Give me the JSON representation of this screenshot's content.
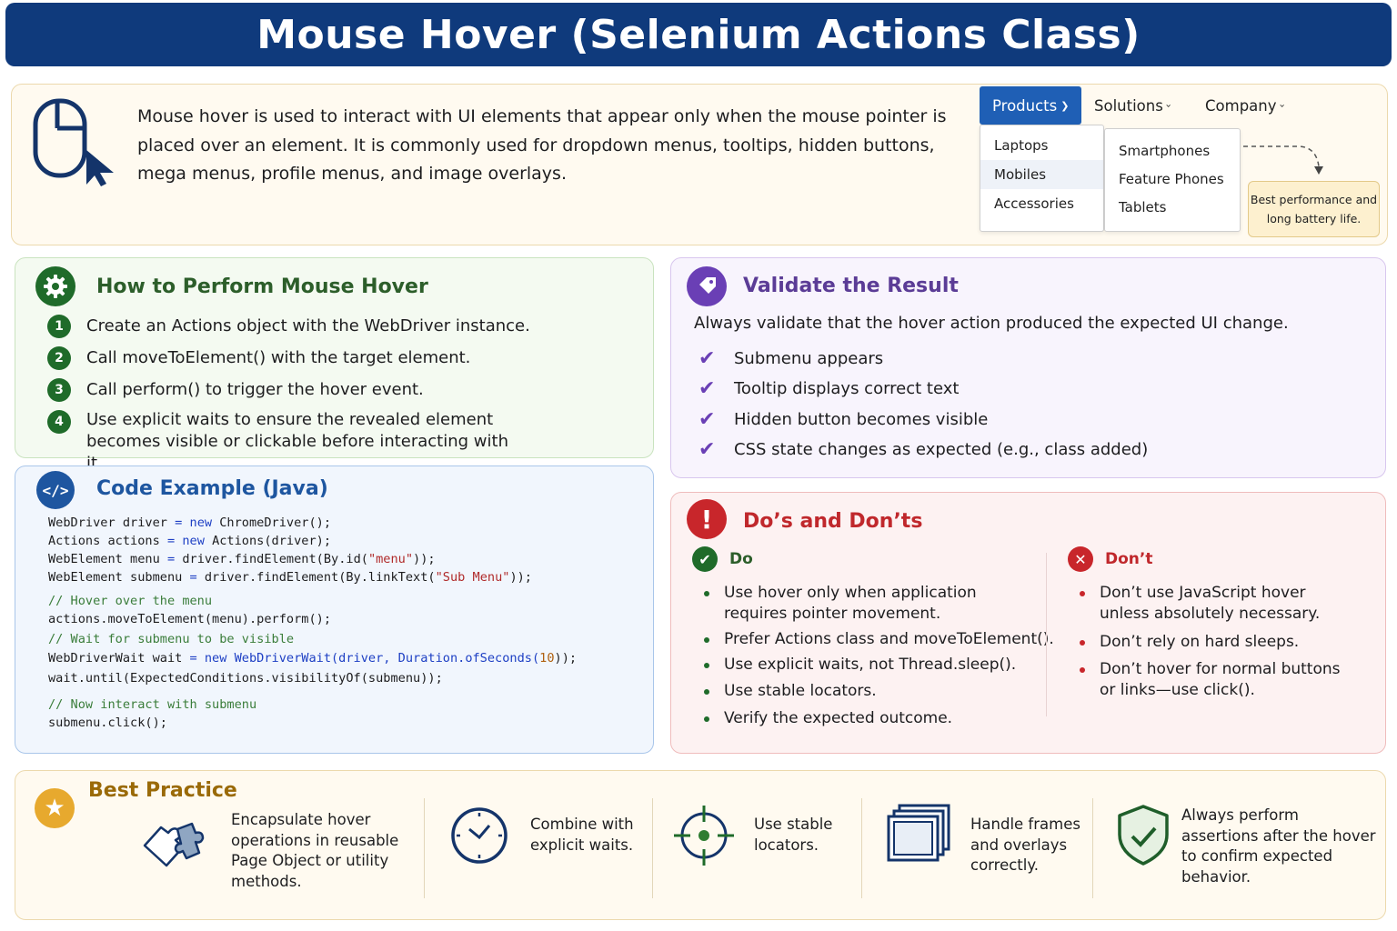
{
  "title": "Mouse Hover (Selenium Actions Class)",
  "intro": {
    "text": "Mouse hover is used to interact with UI elements that appear only when the mouse pointer is placed over an element. It is commonly used for dropdown menus, tooltips, hidden buttons, mega menus, profile menus, and image overlays.",
    "menu": {
      "top_items": [
        "Products",
        "Solutions",
        "Company"
      ],
      "products_items": [
        "Laptops",
        "Mobiles",
        "Accessories"
      ],
      "mobiles_items": [
        "Smartphones",
        "Feature Phones",
        "Tablets"
      ],
      "tooltip": "Best performance and long battery life."
    }
  },
  "howto": {
    "title": "How to Perform Mouse Hover",
    "steps": [
      {
        "num": "1",
        "text": "Create an Actions object with the WebDriver instance."
      },
      {
        "num": "2",
        "text": "Call moveToElement() with the target element."
      },
      {
        "num": "3",
        "text": "Call perform() to trigger the hover event."
      },
      {
        "num": "4",
        "text": "Use explicit waits to ensure the revealed element becomes visible or clickable before interacting with it."
      }
    ]
  },
  "validate": {
    "title": "Validate the Result",
    "intro": "Always validate that the hover action produced the expected UI change.",
    "items": [
      "Submenu appears",
      "Tooltip displays correct text",
      "Hidden button becomes visible",
      "CSS state changes as expected (e.g., class added)"
    ]
  },
  "code": {
    "title": "Code Example (Java)",
    "lines": {
      "l1a": "WebDriver driver ",
      "l1b": "= new ",
      "l1c": "ChromeDriver();",
      "l2a": "Actions actions ",
      "l2b": "= new ",
      "l2c": "Actions(driver);",
      "l3a": "WebElement menu ",
      "l3b": "= ",
      "l3c": "driver.findElement(By.id(",
      "l3d": "\"menu\"",
      "l3e": "));",
      "l4a": "WebElement submenu ",
      "l4b": "= ",
      "l4c": "driver.findElement(By.linkText(",
      "l4d": "\"Sub Menu\"",
      "l4e": "));",
      "c1": "// Hover over the menu",
      "l5": "actions.moveToElement(menu).perform();",
      "c2": "// Wait for submenu to be visible",
      "l6a": "WebDriverWait wait ",
      "l6b": "= new ",
      "l6c": "WebDriverWait(driver, Duration.ofSeconds(",
      "l6d": "10",
      "l6e": "));",
      "l7": "wait.until(ExpectedConditions.visibilityOf(submenu));",
      "c3": "// Now interact with submenu",
      "l8": "submenu.click();"
    }
  },
  "dos": {
    "title": "Do’s and Don’ts",
    "do_label": "Do",
    "dont_label": "Don’t",
    "do_items": [
      "Use hover only when application requires pointer movement.",
      "Prefer Actions class and moveToElement().",
      "Use explicit waits, not Thread.sleep().",
      "Use stable locators.",
      "Verify the expected outcome."
    ],
    "dont_items": [
      "Don’t use JavaScript hover unless absolutely necessary.",
      "Don’t rely on hard sleeps.",
      "Don’t hover for normal buttons or links—use click()."
    ]
  },
  "best": {
    "title": "Best Practice",
    "items": [
      "Encapsulate hover operations in reusable Page Object or utility methods.",
      "Combine with explicit waits.",
      "Use stable locators.",
      "Handle frames and overlays correctly.",
      "Always perform assertions after the hover to confirm expected behavior."
    ]
  },
  "colors": {
    "banner": "#0f3a7c",
    "green": "#2c5e2a",
    "purple": "#5b3c96",
    "blue": "#1e56a0",
    "red": "#c0282c",
    "gold": "#9a6a08"
  }
}
